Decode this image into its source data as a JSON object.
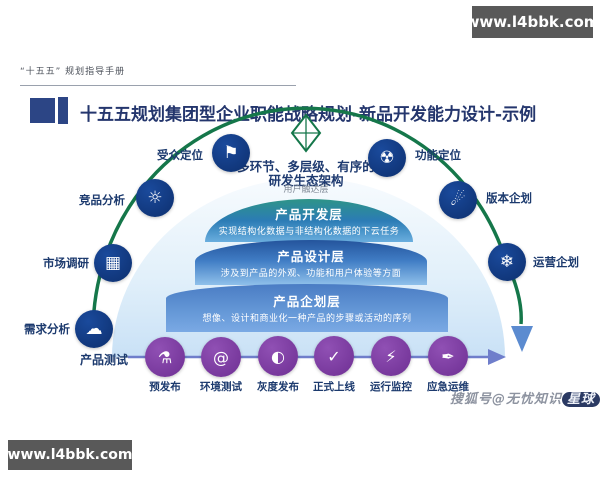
{
  "watermarks": {
    "top_right": "www.l4bbk.com",
    "bottom_left": "www.l4bbk.com",
    "sohu_prefix": "搜狐号@无忧知识",
    "sohu_highlight": "星球"
  },
  "header": {
    "note": "“十五五” 规划指导手册",
    "title": "十五五规划集团型企业职能战略规划-新品开发能力设计-示例"
  },
  "arch": {
    "heading_line1": "多环节、多层级、有序的",
    "heading_line2": "研发生态架构",
    "touch_layer": "用户触达层"
  },
  "layers": [
    {
      "title": "产品开发层",
      "desc": "实现结构化数据与非结构化数据的下云任务"
    },
    {
      "title": "产品设计层",
      "desc": "涉及到产品的外观、功能和用户体验等方面"
    },
    {
      "title": "产品企划层",
      "desc": "想像、设计和商业化一种产品的步骤或活动的序列"
    }
  ],
  "arc": {
    "start_label": "产品测试",
    "nodes": [
      {
        "label": "需求分析",
        "icon": "cloud-signal-icon",
        "glyph": "☁"
      },
      {
        "label": "市场调研",
        "icon": "survey-machine-icon",
        "glyph": "▦"
      },
      {
        "label": "竞品分析",
        "icon": "idea-bulb-icon",
        "glyph": "☼"
      },
      {
        "label": "受众定位",
        "icon": "flag-icon",
        "glyph": "⚑"
      },
      {
        "label": "功能定位",
        "icon": "fan-icon",
        "glyph": "☢"
      },
      {
        "label": "版本企划",
        "icon": "comet-star-icon",
        "glyph": "☄"
      },
      {
        "label": "运营企划",
        "icon": "snowflake-icon",
        "glyph": "❄"
      }
    ]
  },
  "pipeline": {
    "steps": [
      {
        "label": "预发布",
        "icon": "flask-icon",
        "glyph": "⚗"
      },
      {
        "label": "环境测试",
        "icon": "spiral-icon",
        "glyph": "@"
      },
      {
        "label": "灰度发布",
        "icon": "half-gray-icon",
        "glyph": "◐"
      },
      {
        "label": "正式上线",
        "icon": "check-icon",
        "glyph": "✓"
      },
      {
        "label": "运行监控",
        "icon": "power-icon",
        "glyph": "⚡"
      },
      {
        "label": "应急运维",
        "icon": "feather-pen-icon",
        "glyph": "✒"
      }
    ]
  },
  "colors": {
    "arc_green": "#15774a",
    "node_navy": "#0d2f6e",
    "step_purple": "#6e2f93",
    "arrow_blue": "#5b8bd0",
    "title_navy": "#24366d"
  }
}
